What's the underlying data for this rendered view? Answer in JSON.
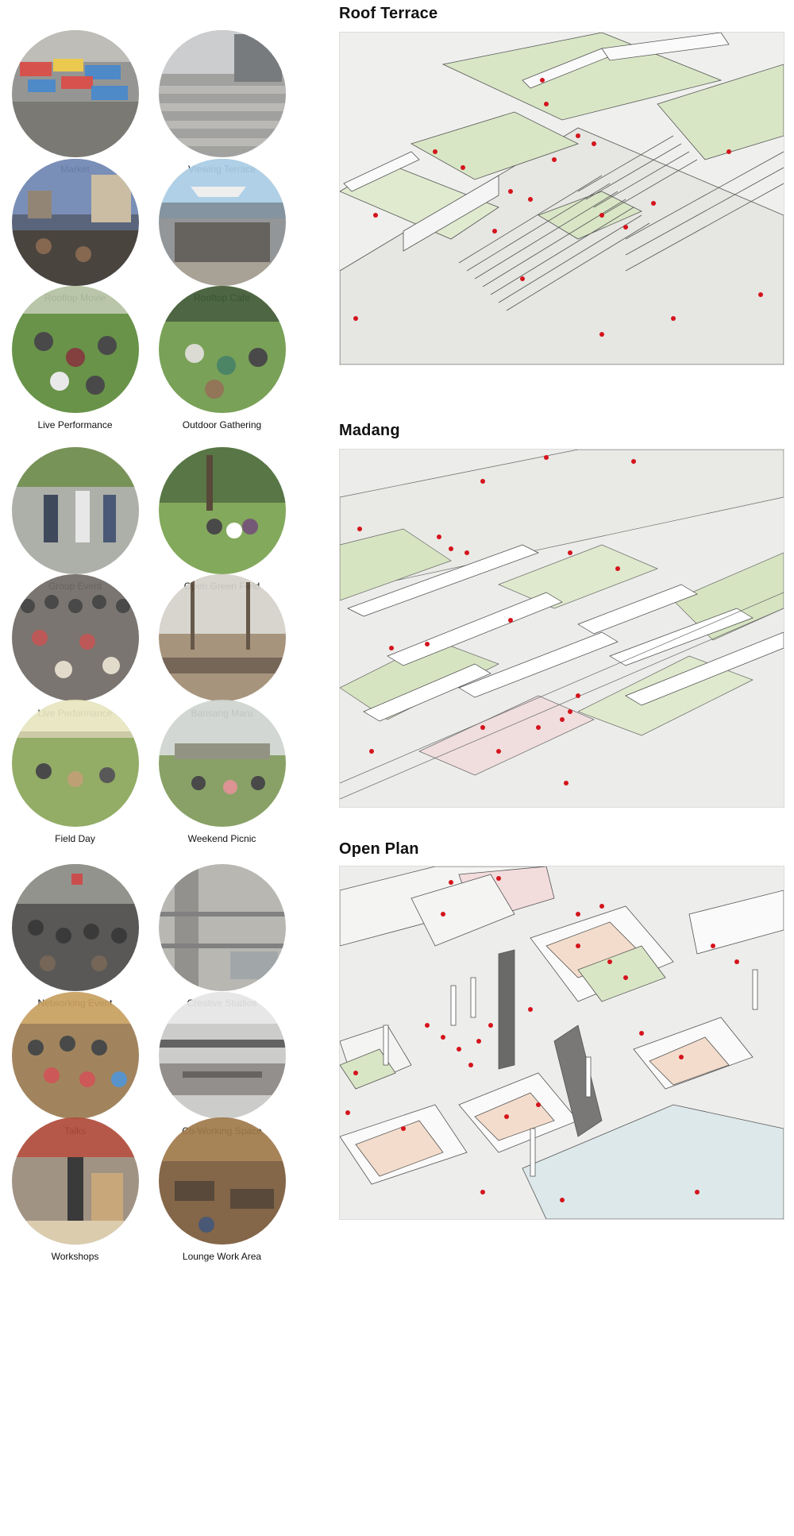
{
  "sections": [
    {
      "heading": "Roof Terrace",
      "activities": [
        "Market",
        "Viewing Terrace",
        "Rooftop Movie",
        "Rooftop Cafe",
        "Live Performance",
        "Outdoor Gathering"
      ]
    },
    {
      "heading": "Madang",
      "activities": [
        "Group Event",
        "Open Green Field",
        "Live Performance",
        "Bansang Maru",
        "Field Day",
        "Weekend Picnic"
      ]
    },
    {
      "heading": "Open Plan",
      "activities": [
        "Networking Event",
        "Creative Studios",
        "Talks",
        "Co-Working Space",
        "Workshops",
        "Lounge Work Area"
      ]
    }
  ],
  "colors": {
    "accent_figures": "#d4141c",
    "green_lawn": "#d9e6c6",
    "peach_room": "#f3dccb",
    "line": "#444444"
  }
}
